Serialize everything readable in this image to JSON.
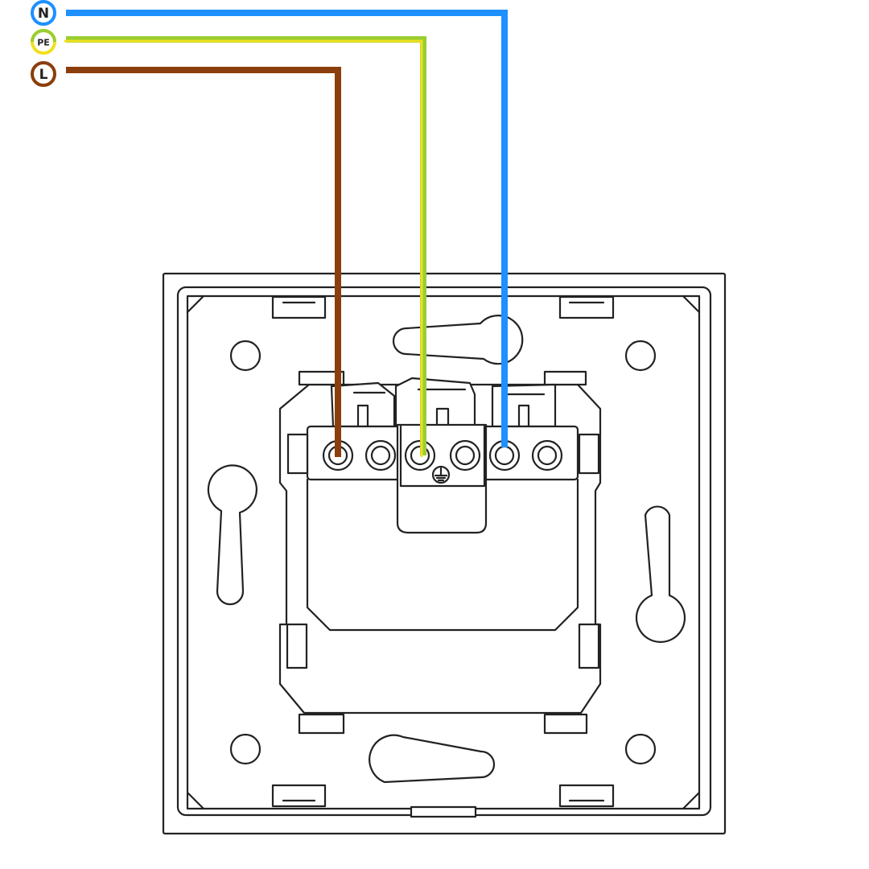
{
  "wires": [
    {
      "id": "n",
      "label": "N",
      "color": "#1e90ff",
      "stripe": null,
      "terminal": 5
    },
    {
      "id": "pe",
      "label": "PE",
      "color": "#9acd32",
      "stripe": "#f0e020",
      "terminal": 3
    },
    {
      "id": "l",
      "label": "L",
      "color": "#8b3e0b",
      "stripe": null,
      "terminal": 1
    }
  ],
  "ground_symbol": "earth-ground-icon",
  "outline_color": "#222222"
}
